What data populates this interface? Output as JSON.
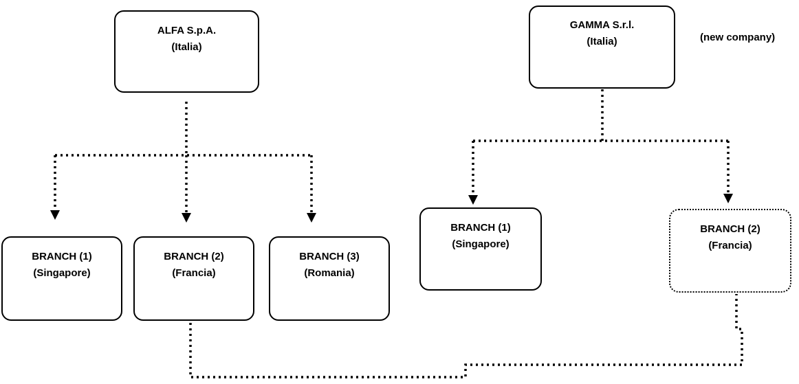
{
  "left_tree": {
    "parent": {
      "name": "ALFA S.p.A.",
      "country": "(Italia)"
    },
    "branches": [
      {
        "name": "BRANCH (1)",
        "country": "(Singapore)"
      },
      {
        "name": "BRANCH (2)",
        "country": "(Francia)"
      },
      {
        "name": "BRANCH (3)",
        "country": "(Romania)"
      }
    ]
  },
  "right_tree": {
    "parent": {
      "name": "GAMMA S.r.l.",
      "country": "(Italia)"
    },
    "note": "(new company)",
    "branches": [
      {
        "name": "BRANCH (1)",
        "country": "(Singapore)"
      },
      {
        "name": "BRANCH (2)",
        "country": "(Francia)"
      }
    ]
  }
}
